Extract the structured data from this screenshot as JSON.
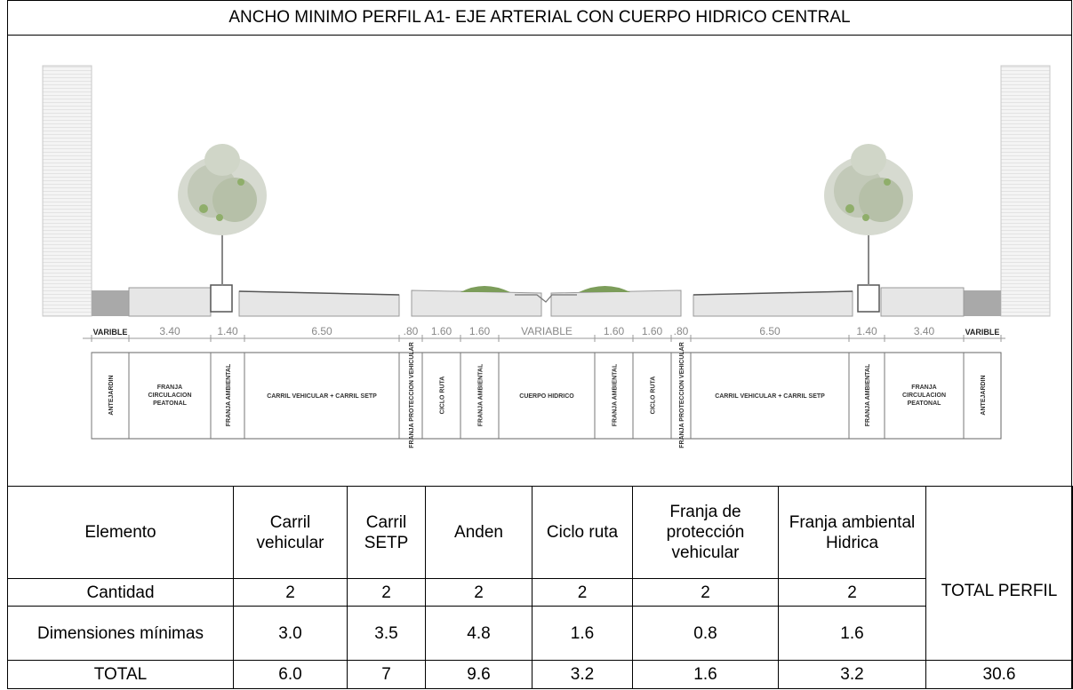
{
  "title": "ANCHO MINIMO PERFIL A1- EJE ARTERIAL CON CUERPO HIDRICO CENTRAL",
  "drawing": {
    "dimensions": [
      "VARIBLE",
      "3.40",
      "1.40",
      "6.50",
      ".80",
      "1.60",
      "1.60",
      "VARIABLE",
      "1.60",
      "1.60",
      ".80",
      "6.50",
      "1.40",
      "3.40",
      "VARIBLE"
    ],
    "segments": [
      "ANTEJARDIN",
      "FRANJA CIRCULACION PEATONAL",
      "FRANJA AMBIENTAL",
      "CARRIL VEHICULAR + CARRIL SETP",
      "FRANJA PROTECCION VEHICULAR",
      "CICLO RUTA",
      "FRANJA AMBIENTAL",
      "CUERPO HIDRICO",
      "FRANJA AMBIENTAL",
      "CICLO RUTA",
      "FRANJA PROTECCION VEHICULAR",
      "CARRIL VEHICULAR + CARRIL SETP",
      "FRANJA AMBIENTAL",
      "FRANJA CIRCULACION PEATONAL",
      "ANTEJARDIN"
    ]
  },
  "table": {
    "header": {
      "elemento": "Elemento",
      "carril_vehicular": "Carril vehicular",
      "carril_setp": "Carril SETP",
      "anden": "Anden",
      "ciclo_ruta": "Ciclo ruta",
      "franja_proteccion": "Franja de protección vehicular",
      "franja_ambiental": "Franja ambiental Hidrica",
      "total_perfil": "TOTAL PERFIL"
    },
    "cantidad": {
      "label": "Cantidad",
      "values": [
        "2",
        "2",
        "2",
        "2",
        "2",
        "2"
      ]
    },
    "dimensiones": {
      "label": "Dimensiones mínimas",
      "values": [
        "3.0",
        "3.5",
        "4.8",
        "1.6",
        "0.8",
        "1.6"
      ]
    },
    "total": {
      "label": "TOTAL",
      "values": [
        "6.0",
        "7",
        "9.6",
        "3.2",
        "1.6",
        "3.2"
      ],
      "grand_total": "30.6"
    }
  }
}
